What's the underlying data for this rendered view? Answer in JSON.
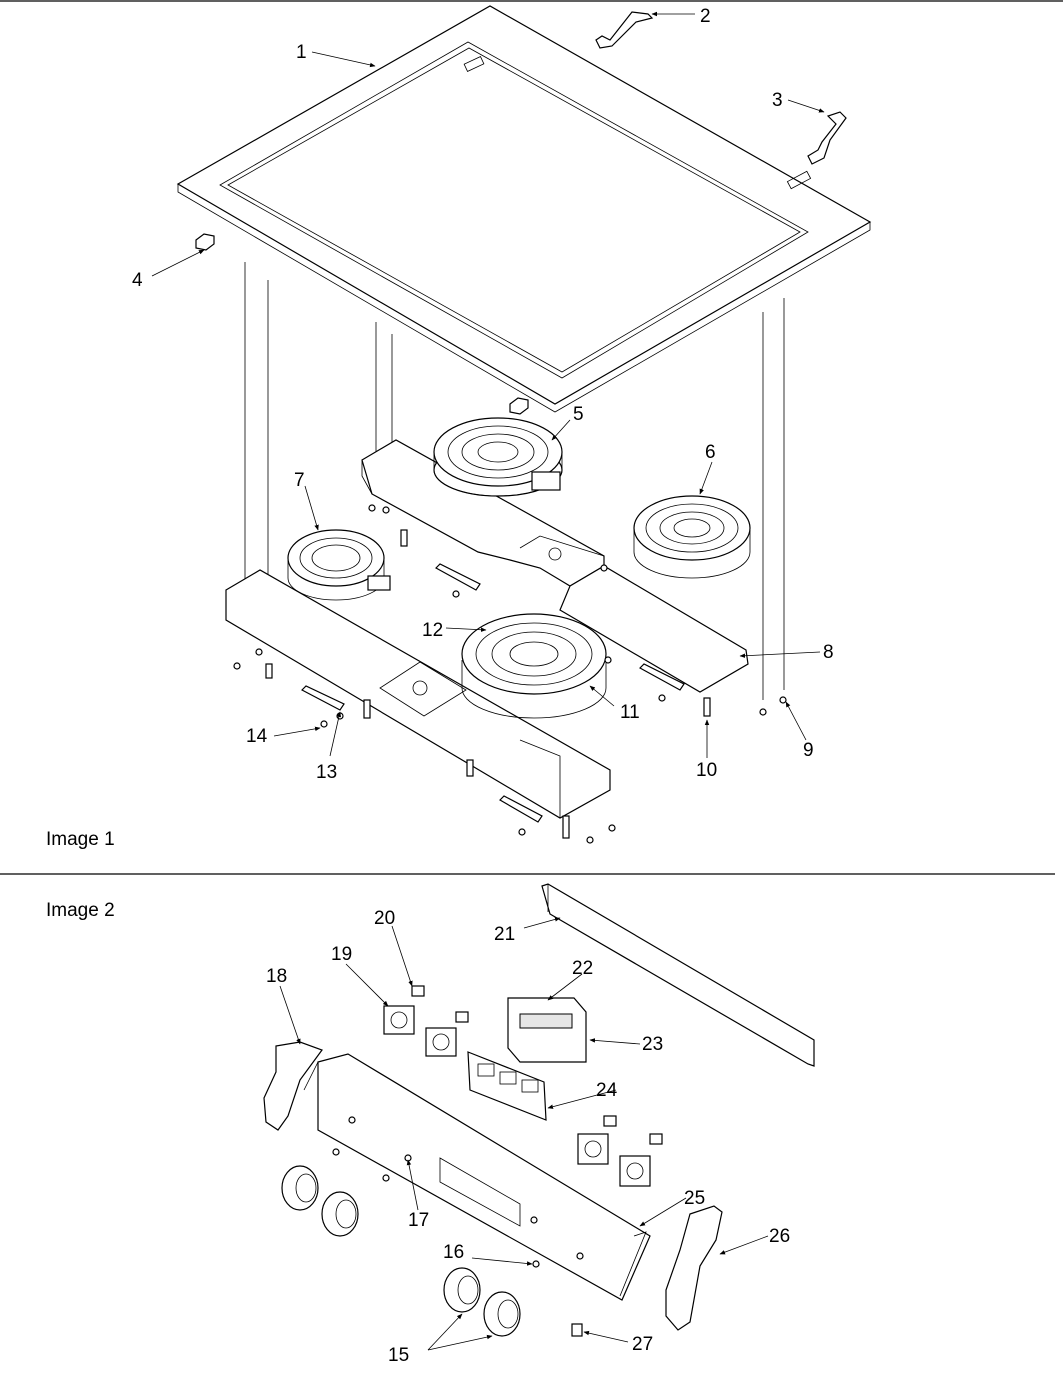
{
  "sections": [
    {
      "caption": "Image 1"
    },
    {
      "caption": "Image 2"
    }
  ],
  "callouts": {
    "c1": "1",
    "c2": "2",
    "c3": "3",
    "c4": "4",
    "c5": "5",
    "c6": "6",
    "c7": "7",
    "c8": "8",
    "c9": "9",
    "c10": "10",
    "c11": "11",
    "c12": "12",
    "c13": "13",
    "c14": "14",
    "c15": "15",
    "c16": "16",
    "c17": "17",
    "c18": "18",
    "c19": "19",
    "c20": "20",
    "c21": "21",
    "c22": "22",
    "c23": "23",
    "c24": "24",
    "c25": "25",
    "c26": "26",
    "c27": "27"
  }
}
